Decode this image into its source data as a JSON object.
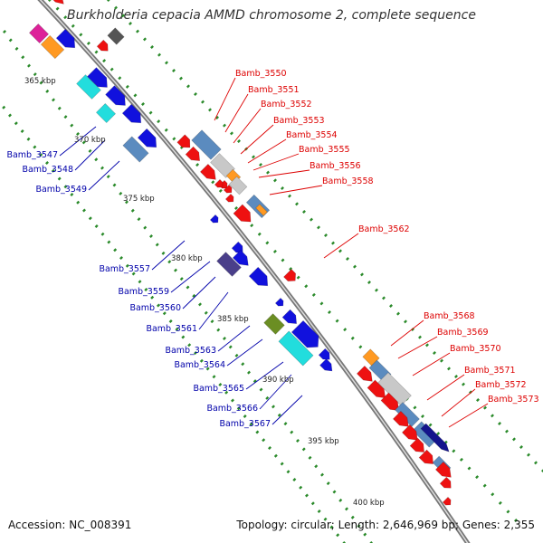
{
  "title": "Burkholderia cepacia AMMD chromosome 2, complete sequence",
  "footer": {
    "accession": "Accession: NC_008391",
    "info": "Topology: circular; Length: 2,646,969 bp; Genes: 2,355"
  },
  "colors": {
    "backbone": "#888888",
    "tick": "#2a8a2a",
    "red": "#ee1111",
    "blue": "#1111dd",
    "steel": "#5b8bbf",
    "silver": "#c8c8c8",
    "orange": "#ff9922",
    "cyan": "#22dddd",
    "magenta": "#dd2299",
    "olive": "#6b8e23",
    "slate": "#4a3f8a",
    "navy": "#14148c",
    "gray": "#555555",
    "label_red": "#dd0000",
    "label_blue": "#0000aa"
  },
  "kbp_labels": [
    "365 kbp",
    "370 kbp",
    "375 kbp",
    "380 kbp",
    "385 kbp",
    "390 kbp",
    "395 kbp",
    "400 kbp"
  ],
  "labels_red": [
    "Bamb_3550",
    "Bamb_3551",
    "Bamb_3552",
    "Bamb_3553",
    "Bamb_3554",
    "Bamb_3555",
    "Bamb_3556",
    "Bamb_3558",
    "Bamb_3562",
    "Bamb_3568",
    "Bamb_3569",
    "Bamb_3570",
    "Bamb_3571",
    "Bamb_3572",
    "Bamb_3573"
  ],
  "labels_blue": [
    "Bamb_3547",
    "Bamb_3548",
    "Bamb_3549",
    "Bamb_3557",
    "Bamb_3559",
    "Bamb_3560",
    "Bamb_3561",
    "Bamb_3563",
    "Bamb_3564",
    "Bamb_3565",
    "Bamb_3566",
    "Bamb_3567"
  ]
}
